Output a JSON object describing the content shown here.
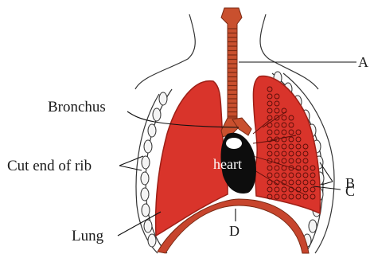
{
  "labels": {
    "a": "A",
    "b": "B",
    "c": "C",
    "d": "D",
    "bronchus": "Bronchus",
    "cut_end_of_rib": "Cut end of rib",
    "lung": "Lung",
    "heart": "heart"
  },
  "colors": {
    "lung_red": "#d9342b",
    "lung_edge": "#9e1f16",
    "trachea": "#c9502e",
    "diaphragm": "#c7452d",
    "heart": "#0d0d0d",
    "outline": "#222222"
  }
}
